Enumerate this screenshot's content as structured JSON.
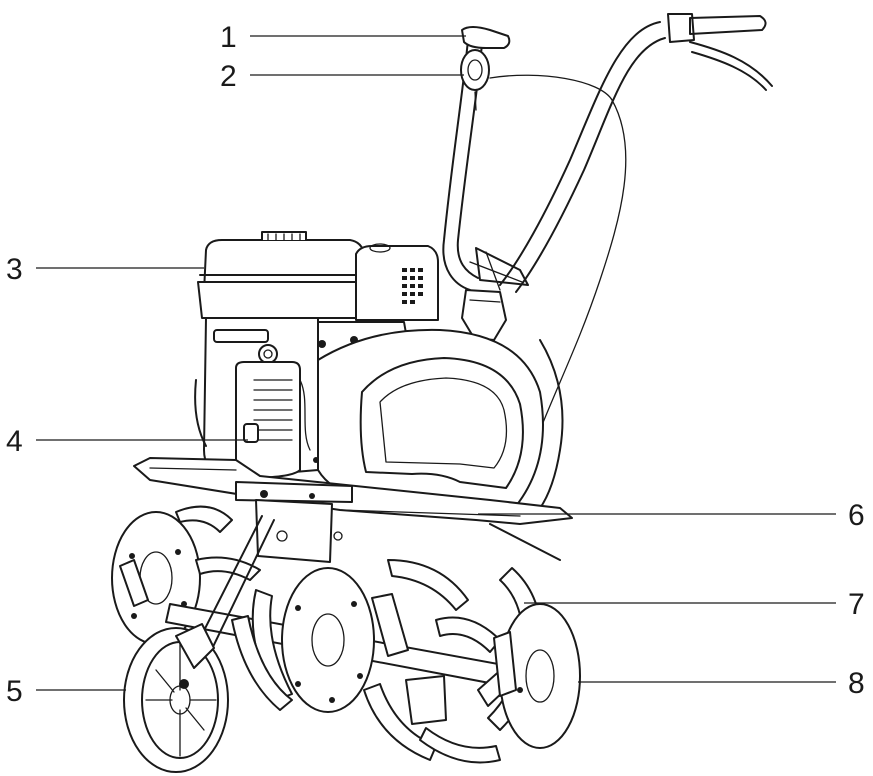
{
  "callouts": [
    {
      "label": "1",
      "part": "throttle-lever"
    },
    {
      "label": "2",
      "part": "control-cable-knob"
    },
    {
      "label": "3",
      "part": "engine"
    },
    {
      "label": "4",
      "part": "recoil-starter"
    },
    {
      "label": "5",
      "part": "transport-wheel"
    },
    {
      "label": "6",
      "part": "tine-shield"
    },
    {
      "label": "7",
      "part": "tines"
    },
    {
      "label": "8",
      "part": "side-plate"
    }
  ],
  "colors": {
    "line": "#1a1a1a",
    "background": "#ffffff"
  }
}
